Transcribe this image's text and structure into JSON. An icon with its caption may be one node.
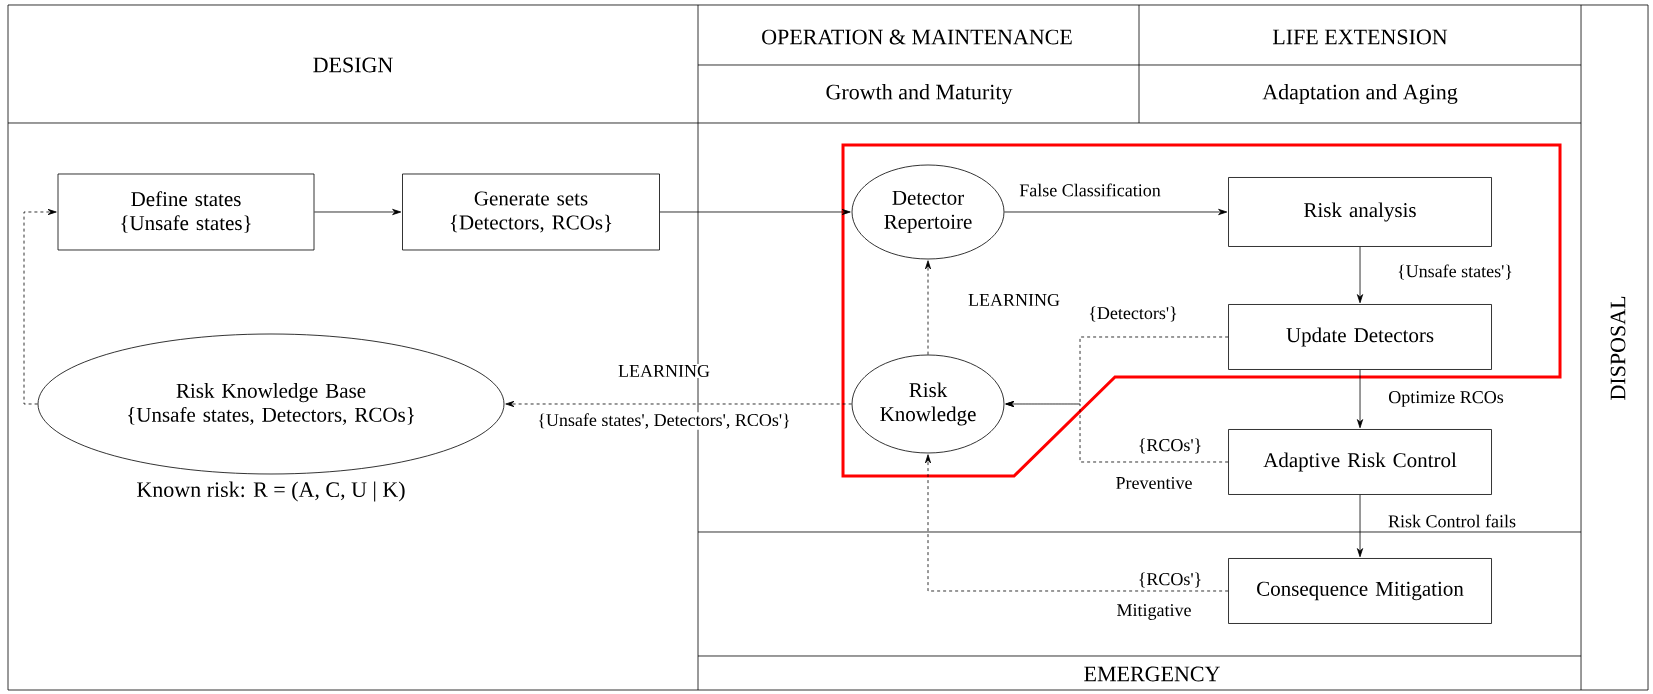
{
  "diagram": {
    "nodes": [
      {
        "text": [
          "Define states",
          "{Unsafe states}"
        ]
      },
      {
        "text": [
          "Generate sets",
          "{Detectors, RCOs}"
        ]
      },
      {
        "text": [
          "Detector Repertoire"
        ]
      },
      {
        "text": [
          "Risk analysis"
        ]
      },
      {
        "text": [
          "Update Detectors"
        ]
      },
      {
        "text": [
          "Risk Knowledge"
        ]
      },
      {
        "text": [
          "Risk Knowledge Base",
          "{Unsafe states, Detectors, RCOs}"
        ],
        "beside": [
          "Known risk: R = (A, C, U | K)"
        ]
      },
      {
        "text": [
          "Adaptive Risk Control"
        ]
      },
      {
        "text": [
          "Consequence Mitigation"
        ]
      }
    ],
    "edges": [
      {
        "from": 0,
        "to": 1,
        "arrow": "to"
      },
      {
        "from": 1,
        "to": 2,
        "arrow": "to"
      },
      {
        "from": 2,
        "to": 3,
        "arrow": "to",
        "label": "False Classification"
      },
      {
        "from": 3,
        "to": 4,
        "arrow": "to",
        "label": "{Unsafe states'}"
      },
      {
        "from": 4,
        "to": 5,
        "arrow": "to",
        "label": "{Detectors'}",
        "style": "dashed"
      },
      {
        "from": 7,
        "to": 5,
        "arrow": "to",
        "label": "{RCOs'}",
        "style": "dashed"
      },
      {
        "from": 8,
        "to": 5,
        "arrow": "to",
        "label": "{RCOs'}",
        "style": "dashed"
      },
      {
        "from": 5,
        "to": 2,
        "arrow": "to",
        "label": "LEARNING",
        "style": "dashed"
      },
      {
        "from": 5,
        "to": 6,
        "arrow": "to",
        "label": "LEARNING",
        "style": "dashed"
      },
      {
        "from": 6,
        "to": 0,
        "arrow": "to",
        "style": "dashed"
      },
      {
        "from": 4,
        "to": 7,
        "arrow": "to",
        "label": "Optimize RCOs"
      },
      {
        "from": 7,
        "to": 8,
        "arrow": "to",
        "label": "Risk Control fails"
      }
    ],
    "labels": [
      "DESIGN",
      "OPERATION & MAINTENANCE",
      "LIFE EXTENSION",
      "Growth and Maturity",
      "Adaptation and Aging",
      "DISPOSAL",
      "{Unsafe states', Detectors', RCOs'}",
      "Preventive",
      "Mitigative",
      "EMERGENCY"
    ]
  }
}
